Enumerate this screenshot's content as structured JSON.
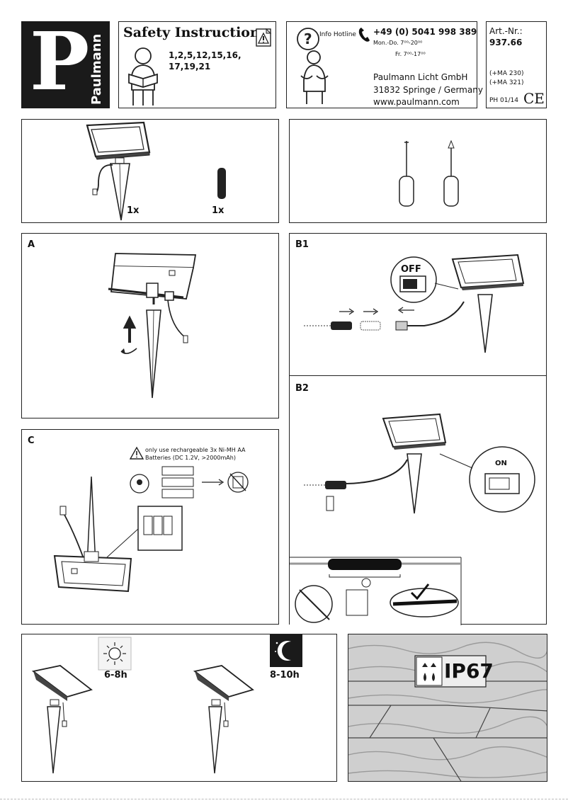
{
  "brand": {
    "letter": "P",
    "name": "Paulmann"
  },
  "safety": {
    "title": "Safety Instructions",
    "numbers_line1": "1,2,5,12,15,16,",
    "numbers_line2": "17,19,21"
  },
  "hotline": {
    "label": "Info Hotline",
    "phone": "+49 (0) 5041 998 389",
    "hours_weekday": "Mon.-Do. 7⁰⁰-20⁰⁰",
    "hours_friday": "Fr. 7⁰⁰-17⁰⁰",
    "company": "Paulmann Licht GmbH",
    "address": "31832 Springe / Germany",
    "website": "www.paulmann.com"
  },
  "article": {
    "label": "Art.-Nr.:",
    "number": "937.66",
    "ma1": "(+MA 230)",
    "ma2": "(+MA 321)",
    "ph": "PH  01/14",
    "ce": "CE"
  },
  "contents": {
    "qty_lamp": "1x",
    "qty_battery": "1x"
  },
  "steps": {
    "a": "A",
    "b1": "B1",
    "b2": "B2",
    "c": "C"
  },
  "switch": {
    "off": "OFF",
    "on": "ON"
  },
  "battery_warning": {
    "line1": "only use rechargeable 3x Ni-MH AA",
    "line2": "Batteries (DC 1.2V, >2000mAh)"
  },
  "charge": {
    "sun_time": "6-8h",
    "night_time": "8-10h"
  },
  "rating": {
    "ip": "IP67"
  }
}
